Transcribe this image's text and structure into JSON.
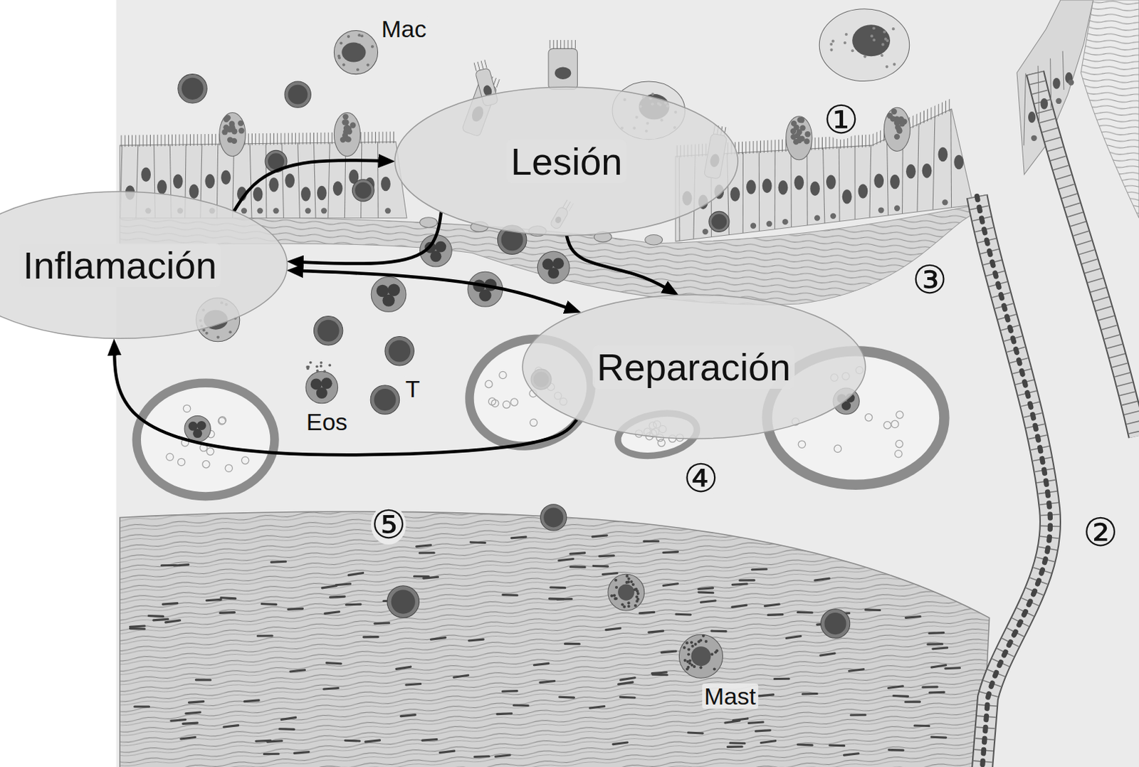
{
  "diagram": {
    "nodes": [
      {
        "text": [
          "Lesión"
        ]
      },
      {
        "text": [
          "Inflamación"
        ]
      },
      {
        "text": [
          "Reparación"
        ]
      }
    ],
    "edges": [
      {
        "from": 1,
        "to": 0,
        "arrow": "to"
      },
      {
        "from": 0,
        "to": 1,
        "arrow": "to"
      },
      {
        "from": 0,
        "to": 2,
        "arrow": "to"
      },
      {
        "from": 1,
        "to": 2,
        "arrow": "both"
      },
      {
        "from": 2,
        "to": 1,
        "arrow": "to"
      }
    ],
    "labels": [
      "Mac",
      "①",
      "③",
      "T",
      "Eos",
      "④",
      "⑤",
      "②",
      "Mast"
    ]
  }
}
